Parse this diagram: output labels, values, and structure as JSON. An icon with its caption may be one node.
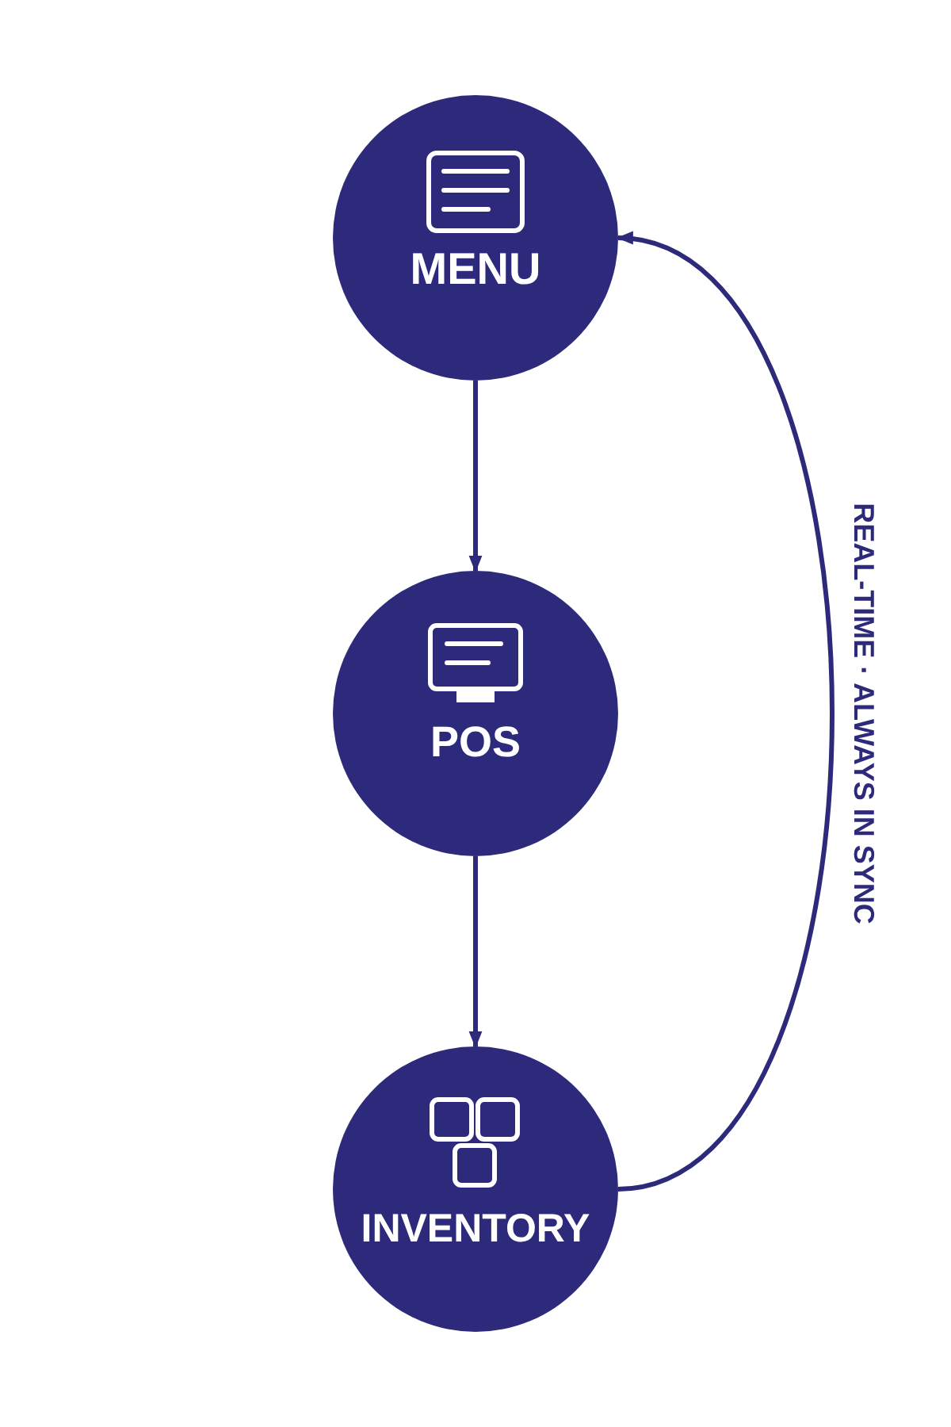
{
  "diagram": {
    "nodes": [
      {
        "text": [
          "MENU"
        ]
      },
      {
        "text": [
          "POS"
        ]
      },
      {
        "text": [
          "INVENTORY"
        ]
      }
    ],
    "edges": [
      {
        "from": 0,
        "to": 1,
        "arrow": "to"
      },
      {
        "from": 1,
        "to": 2,
        "arrow": "to"
      },
      {
        "from": 2,
        "to": 0,
        "arrow": "to",
        "label": "REAL-TIME · ALWAYS IN SYNC"
      }
    ]
  }
}
